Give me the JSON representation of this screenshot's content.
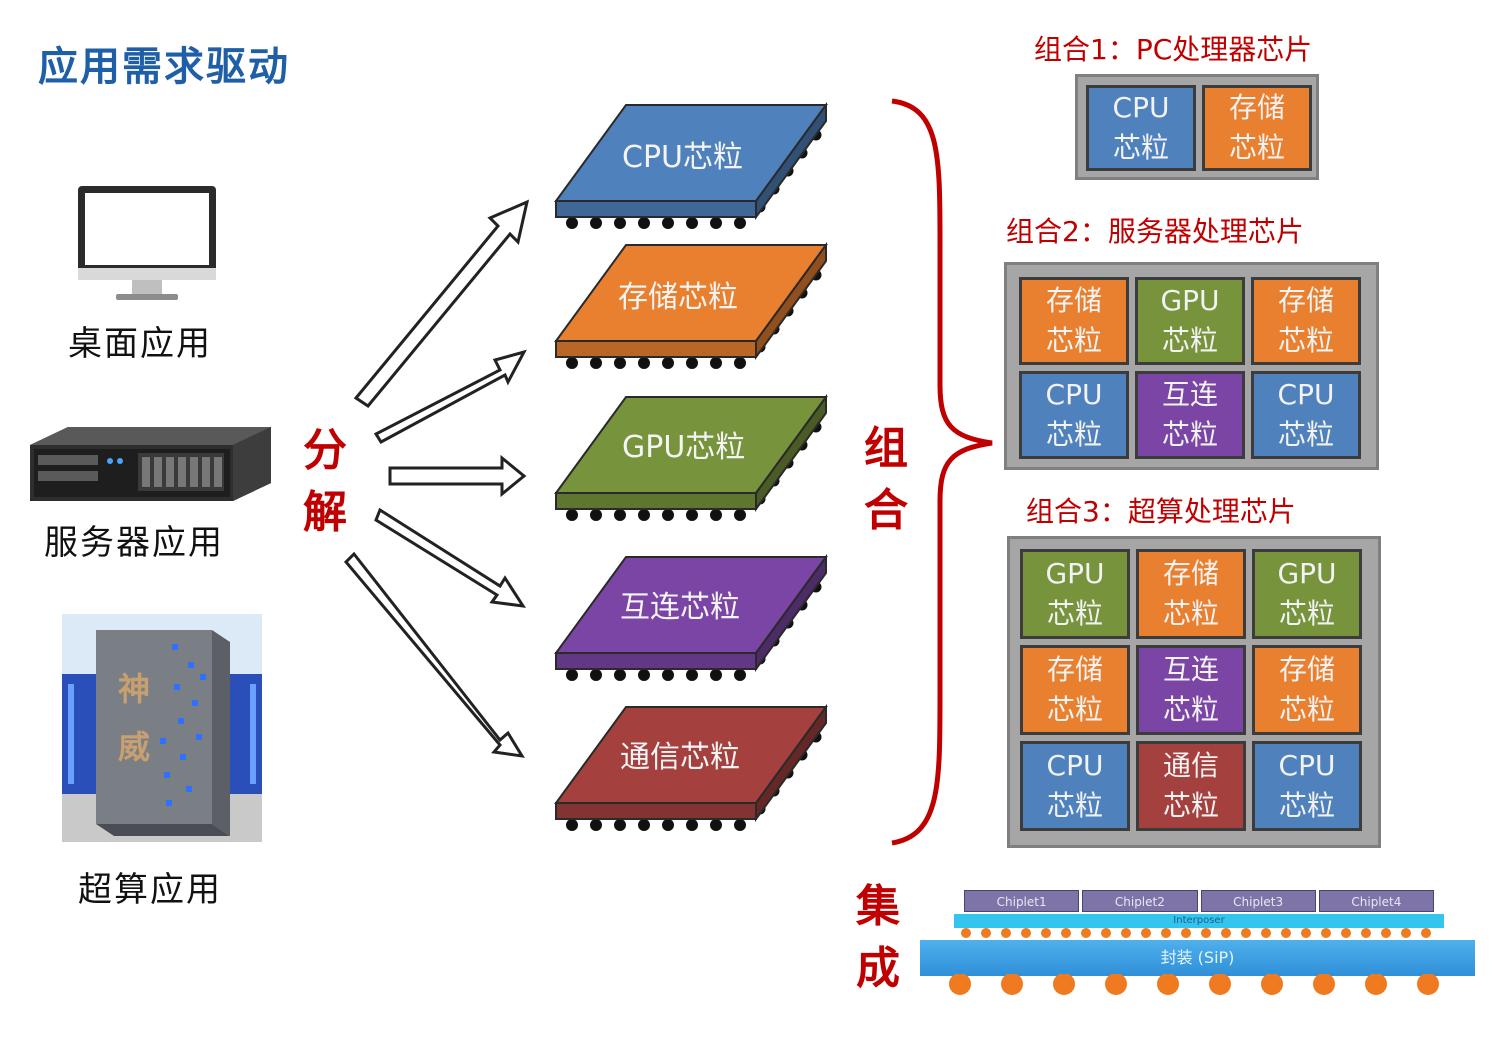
{
  "title": "应用需求驱动",
  "apps": [
    {
      "label": "桌面应用",
      "icon": "monitor-icon"
    },
    {
      "label": "服务器应用",
      "icon": "server-icon"
    },
    {
      "label": "超算应用",
      "icon": "supercomputer-icon"
    }
  ],
  "decompose": [
    "分",
    "解"
  ],
  "combine": [
    "组",
    "合"
  ],
  "integrate": [
    "集",
    "成"
  ],
  "chiplets": [
    {
      "label": "CPU芯粒",
      "color": "#4f81bd"
    },
    {
      "label": "存储芯粒",
      "color": "#e8802f"
    },
    {
      "label": "GPU芯粒",
      "color": "#77933c"
    },
    {
      "label": "互连芯粒",
      "color": "#7b45a6"
    },
    {
      "label": "通信芯粒",
      "color": "#a4403e"
    }
  ],
  "combos": [
    {
      "title": "组合1：PC处理器芯片",
      "tiles": [
        {
          "label": "CPU\n芯粒",
          "color": "#4f81bd"
        },
        {
          "label": "存储\n芯粒",
          "color": "#e8802f"
        }
      ]
    },
    {
      "title": "组合2：服务器处理芯片",
      "tiles": [
        {
          "label": "存储\n芯粒",
          "color": "#e8802f"
        },
        {
          "label": "GPU\n芯粒",
          "color": "#77933c"
        },
        {
          "label": "存储\n芯粒",
          "color": "#e8802f"
        },
        {
          "label": "CPU\n芯粒",
          "color": "#4f81bd"
        },
        {
          "label": "互连\n芯粒",
          "color": "#7b45a6"
        },
        {
          "label": "CPU\n芯粒",
          "color": "#4f81bd"
        }
      ]
    },
    {
      "title": "组合3：超算处理芯片",
      "tiles": [
        {
          "label": "GPU\n芯粒",
          "color": "#77933c"
        },
        {
          "label": "存储\n芯粒",
          "color": "#e8802f"
        },
        {
          "label": "GPU\n芯粒",
          "color": "#77933c"
        },
        {
          "label": "存储\n芯粒",
          "color": "#e8802f"
        },
        {
          "label": "互连\n芯粒",
          "color": "#7b45a6"
        },
        {
          "label": "存储\n芯粒",
          "color": "#e8802f"
        },
        {
          "label": "CPU\n芯粒",
          "color": "#4f81bd"
        },
        {
          "label": "通信\n芯粒",
          "color": "#a4403e"
        },
        {
          "label": "CPU\n芯粒",
          "color": "#4f81bd"
        }
      ]
    }
  ],
  "package": {
    "chiplet_labels": [
      "Chiplet1",
      "Chiplet2",
      "Chiplet3",
      "Chiplet4"
    ],
    "interposer_label": "Interposer",
    "substrate_label": "封装 (SiP)"
  },
  "colors": {
    "title": "#1f5fa8",
    "accent_red": "#c00000",
    "box_gray": "#a6a6a6"
  }
}
